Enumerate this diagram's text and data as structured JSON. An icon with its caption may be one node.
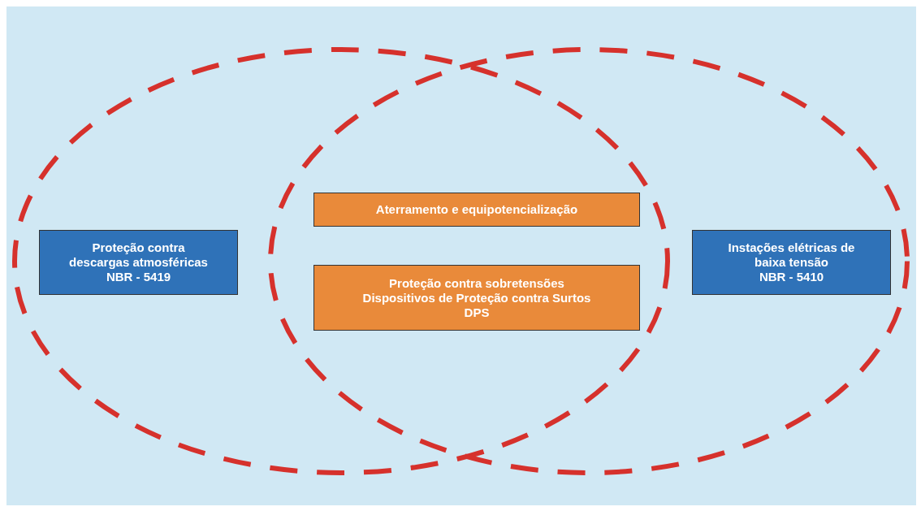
{
  "diagram": {
    "nodes": [
      {
        "text": [],
        "shape": "ellipse"
      },
      {
        "text": [
          "Proteção contra descargas atmosféricas",
          "NBR - 5419"
        ],
        "in": 0
      },
      {
        "text": [],
        "shape": "ellipse"
      },
      {
        "text": [
          "Aterramento e equipotencialização"
        ]
      },
      {
        "text": [
          "Proteção contra sobretensões",
          "Dispositivos de Proteção contra Surtos",
          "DPS"
        ]
      },
      {
        "text": [
          "Instações elétricas de baixa tensão",
          "NBR - 5410"
        ],
        "in": 2
      }
    ],
    "edges": []
  }
}
